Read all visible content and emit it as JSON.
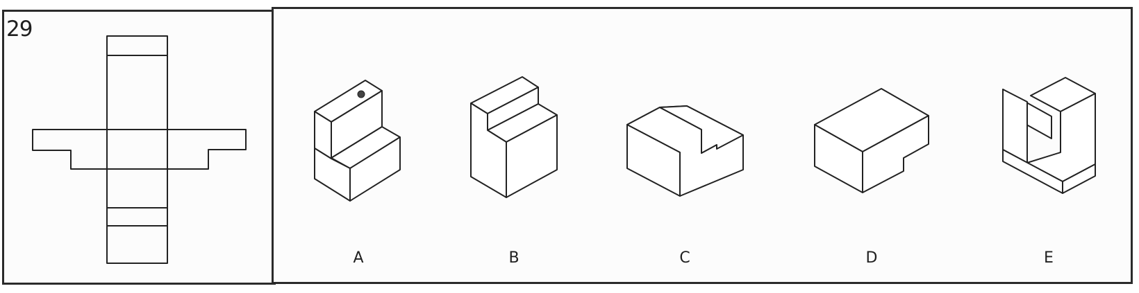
{
  "question_number": "29",
  "options": [
    {
      "label": "A"
    },
    {
      "label": "B"
    },
    {
      "label": "C"
    },
    {
      "label": "D"
    },
    {
      "label": "E"
    }
  ]
}
